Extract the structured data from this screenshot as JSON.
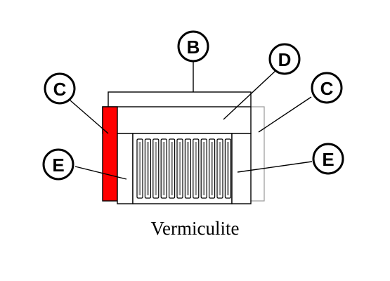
{
  "caption": "Vermiculite",
  "labels": {
    "b": "B",
    "c_left": "C",
    "c_right": "C",
    "d": "D",
    "e_left": "E",
    "e_right": "E"
  },
  "colors": {
    "outline": "#000000",
    "left_panel": "#ff0000",
    "right_panel_outline": "#9a9a9a",
    "slot_fill": "#9a9a9a",
    "background": "#ffffff"
  }
}
